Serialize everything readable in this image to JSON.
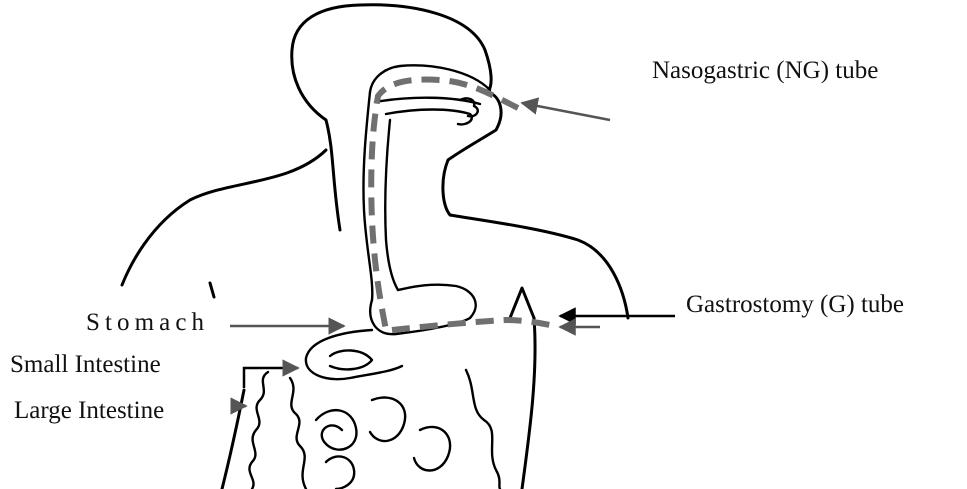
{
  "labels": {
    "ng_tube": "Nasogastric (NG) tube",
    "g_tube": "Gastrostomy (G) tube",
    "stomach": "Stomach",
    "small_intestine": "Small Intestine",
    "large_intestine": "Large Intestine"
  },
  "colors": {
    "tube": "#707070",
    "outline": "#000000",
    "arrow": "#555555"
  }
}
